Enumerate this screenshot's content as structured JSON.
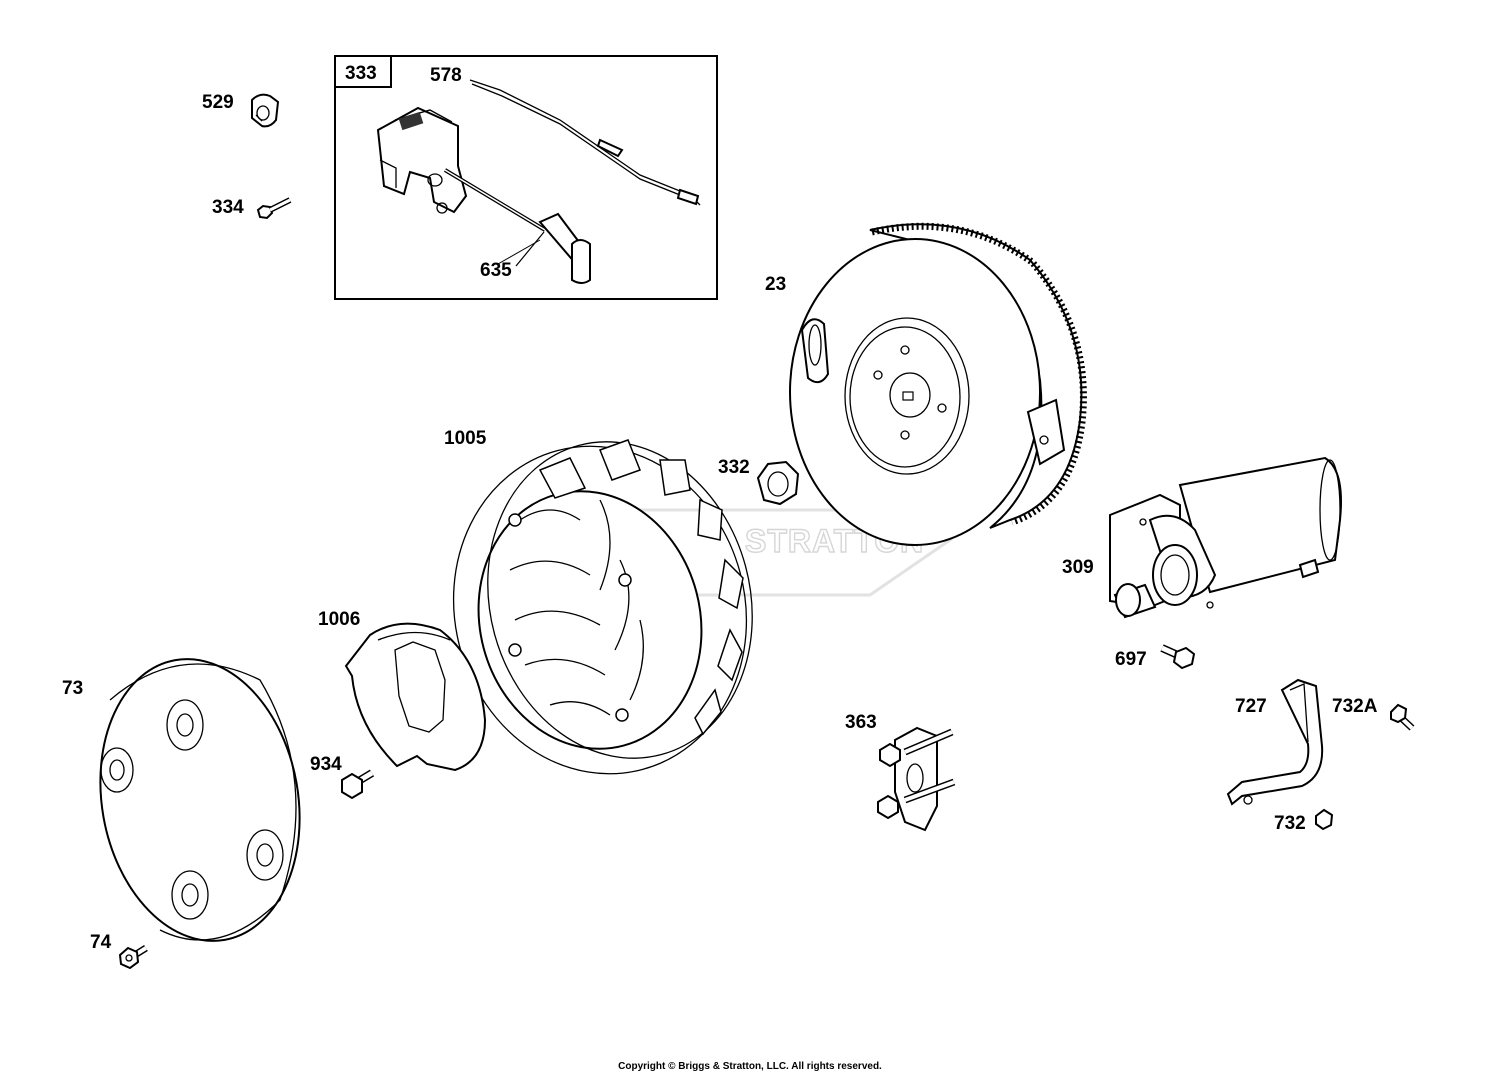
{
  "diagram": {
    "watermark": "STRATTON",
    "group_box_label": "333",
    "callouts": {
      "c529": "529",
      "c578": "578",
      "c334": "334",
      "c635": "635",
      "c23": "23",
      "c1005": "1005",
      "c332": "332",
      "c309": "309",
      "c1006": "1006",
      "c697": "697",
      "c73": "73",
      "c727": "727",
      "c732A": "732A",
      "c363": "363",
      "c934": "934",
      "c732": "732",
      "c74": "74"
    },
    "parts": [
      "ignition-coil-assembly",
      "ground-wire",
      "spark-plug-boot",
      "flywheel",
      "flywheel-nut",
      "blower-housing-fan",
      "fan-retainer",
      "rotating-screen",
      "electric-starter-motor",
      "starter-bolt",
      "bracket",
      "fan-adapter",
      "screws",
      "wire-clip"
    ]
  },
  "footer": {
    "copyright": "Copyright © Briggs & Stratton, LLC. All rights reserved."
  }
}
